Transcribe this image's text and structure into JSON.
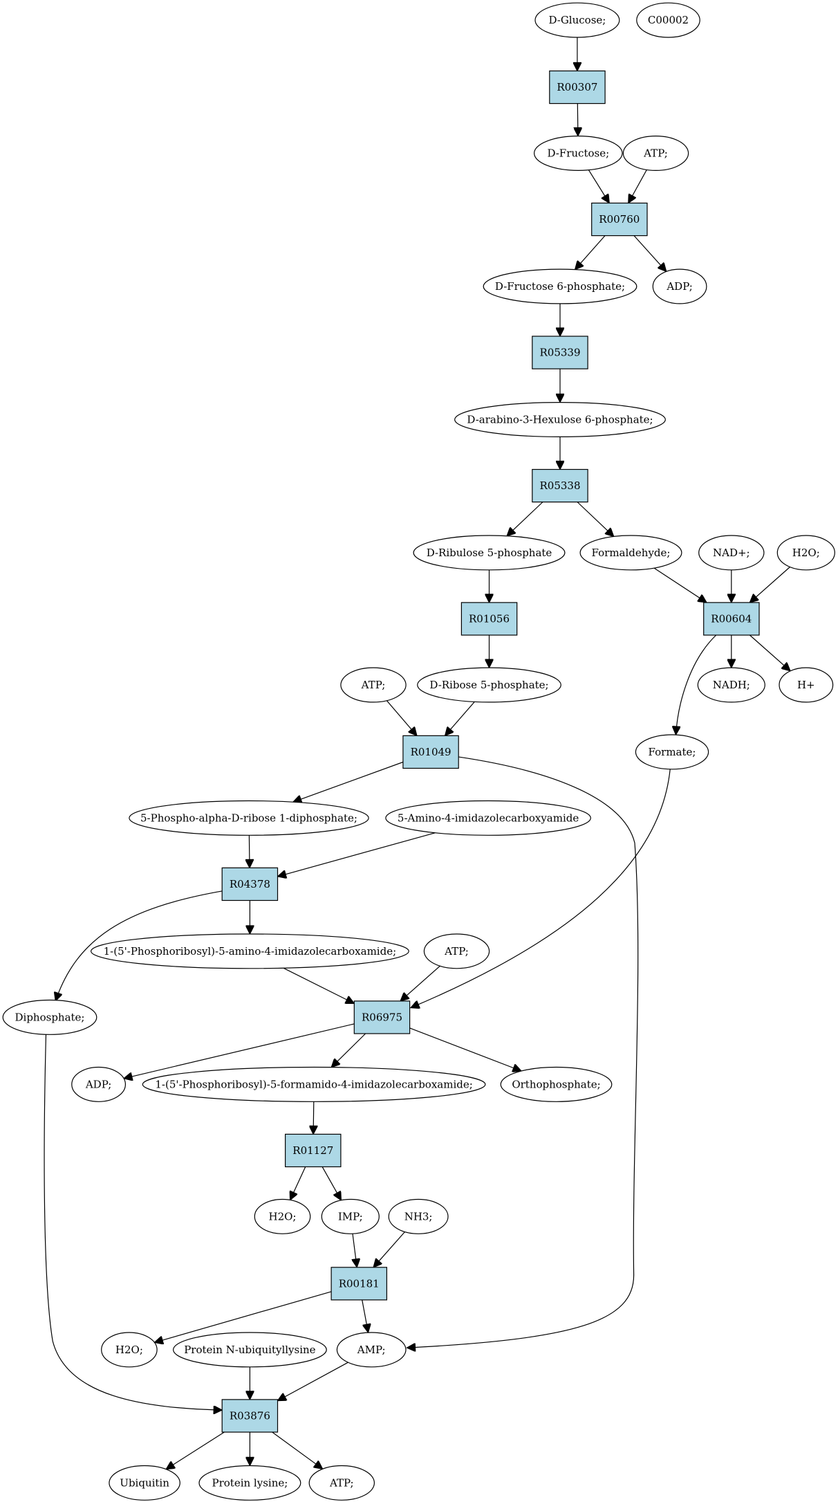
{
  "diagram": {
    "colors": {
      "reaction_fill": "#add8e6",
      "compound_fill": "#ffffff",
      "start_fill": "#00ee00",
      "highlight_fill": "#ffff00",
      "stroke": "#000000"
    },
    "nodes": [
      {
        "id": "glucose",
        "label": "D-Glucose;",
        "kind": "compound",
        "fill": "start"
      },
      {
        "id": "c00002",
        "label": "C00002",
        "kind": "compound",
        "fill": "highlight"
      },
      {
        "id": "r00307",
        "label": "R00307",
        "kind": "reaction"
      },
      {
        "id": "fructose",
        "label": "D-Fructose;",
        "kind": "compound"
      },
      {
        "id": "atp1",
        "label": "ATP;",
        "kind": "compound"
      },
      {
        "id": "r00760",
        "label": "R00760",
        "kind": "reaction"
      },
      {
        "id": "f6p",
        "label": "D-Fructose 6-phosphate;",
        "kind": "compound"
      },
      {
        "id": "adp1",
        "label": "ADP;",
        "kind": "compound"
      },
      {
        "id": "r05339",
        "label": "R05339",
        "kind": "reaction"
      },
      {
        "id": "ah6p",
        "label": "D-arabino-3-Hexulose 6-phosphate;",
        "kind": "compound"
      },
      {
        "id": "r05338",
        "label": "R05338",
        "kind": "reaction"
      },
      {
        "id": "ru5p",
        "label": "D-Ribulose 5-phosphate",
        "kind": "compound"
      },
      {
        "id": "formaldehyde",
        "label": "Formaldehyde;",
        "kind": "compound"
      },
      {
        "id": "nad",
        "label": "NAD+;",
        "kind": "compound"
      },
      {
        "id": "h2o1",
        "label": "H2O;",
        "kind": "compound"
      },
      {
        "id": "r01056",
        "label": "R01056",
        "kind": "reaction"
      },
      {
        "id": "r00604",
        "label": "R00604",
        "kind": "reaction"
      },
      {
        "id": "atp2",
        "label": "ATP;",
        "kind": "compound"
      },
      {
        "id": "r5p",
        "label": "D-Ribose 5-phosphate;",
        "kind": "compound"
      },
      {
        "id": "nadh",
        "label": "NADH;",
        "kind": "compound"
      },
      {
        "id": "hplus",
        "label": "H+",
        "kind": "compound"
      },
      {
        "id": "r01049",
        "label": "R01049",
        "kind": "reaction"
      },
      {
        "id": "formate",
        "label": "Formate;",
        "kind": "compound"
      },
      {
        "id": "prpp",
        "label": "5-Phospho-alpha-D-ribose 1-diphosphate;",
        "kind": "compound"
      },
      {
        "id": "aica",
        "label": "5-Amino-4-imidazolecarboxyamide",
        "kind": "compound"
      },
      {
        "id": "r04378",
        "label": "R04378",
        "kind": "reaction"
      },
      {
        "id": "aicar",
        "label": "1-(5'-Phosphoribosyl)-5-amino-4-imidazolecarboxamide;",
        "kind": "compound"
      },
      {
        "id": "atp3",
        "label": "ATP;",
        "kind": "compound"
      },
      {
        "id": "diphosphate",
        "label": "Diphosphate;",
        "kind": "compound"
      },
      {
        "id": "r06975",
        "label": "R06975",
        "kind": "reaction"
      },
      {
        "id": "adp2",
        "label": "ADP;",
        "kind": "compound"
      },
      {
        "id": "faicar",
        "label": "1-(5'-Phosphoribosyl)-5-formamido-4-imidazolecarboxamide;",
        "kind": "compound"
      },
      {
        "id": "orthophosphate",
        "label": "Orthophosphate;",
        "kind": "compound"
      },
      {
        "id": "r01127",
        "label": "R01127",
        "kind": "reaction"
      },
      {
        "id": "h2o2",
        "label": "H2O;",
        "kind": "compound"
      },
      {
        "id": "imp",
        "label": "IMP;",
        "kind": "compound"
      },
      {
        "id": "nh3",
        "label": "NH3;",
        "kind": "compound"
      },
      {
        "id": "r00181",
        "label": "R00181",
        "kind": "reaction"
      },
      {
        "id": "h2o3",
        "label": "H2O;",
        "kind": "compound"
      },
      {
        "id": "pnu",
        "label": "Protein N-ubiquityllysine",
        "kind": "compound"
      },
      {
        "id": "amp",
        "label": "AMP;",
        "kind": "compound"
      },
      {
        "id": "r03876",
        "label": "R03876",
        "kind": "reaction"
      },
      {
        "id": "ubiquitin",
        "label": "Ubiquitin",
        "kind": "compound"
      },
      {
        "id": "plys",
        "label": "Protein lysine;",
        "kind": "compound"
      },
      {
        "id": "atp4",
        "label": "ATP;",
        "kind": "compound"
      }
    ],
    "edges": [
      {
        "from": "glucose",
        "to": "r00307"
      },
      {
        "from": "r00307",
        "to": "fructose"
      },
      {
        "from": "fructose",
        "to": "r00760"
      },
      {
        "from": "atp1",
        "to": "r00760"
      },
      {
        "from": "r00760",
        "to": "f6p"
      },
      {
        "from": "r00760",
        "to": "adp1"
      },
      {
        "from": "f6p",
        "to": "r05339"
      },
      {
        "from": "r05339",
        "to": "ah6p"
      },
      {
        "from": "ah6p",
        "to": "r05338"
      },
      {
        "from": "r05338",
        "to": "ru5p"
      },
      {
        "from": "r05338",
        "to": "formaldehyde"
      },
      {
        "from": "ru5p",
        "to": "r01056"
      },
      {
        "from": "formaldehyde",
        "to": "r00604"
      },
      {
        "from": "nad",
        "to": "r00604"
      },
      {
        "from": "h2o1",
        "to": "r00604"
      },
      {
        "from": "r01056",
        "to": "r5p"
      },
      {
        "from": "r00604",
        "to": "nadh"
      },
      {
        "from": "r00604",
        "to": "hplus"
      },
      {
        "from": "r00604",
        "to": "formate"
      },
      {
        "from": "atp2",
        "to": "r01049"
      },
      {
        "from": "r5p",
        "to": "r01049"
      },
      {
        "from": "r01049",
        "to": "prpp"
      },
      {
        "from": "r01049",
        "to": "amp"
      },
      {
        "from": "prpp",
        "to": "r04378"
      },
      {
        "from": "aica",
        "to": "r04378"
      },
      {
        "from": "r04378",
        "to": "aicar"
      },
      {
        "from": "r04378",
        "to": "diphosphate"
      },
      {
        "from": "aicar",
        "to": "r06975"
      },
      {
        "from": "atp3",
        "to": "r06975"
      },
      {
        "from": "formate",
        "to": "r06975"
      },
      {
        "from": "r06975",
        "to": "adp2"
      },
      {
        "from": "r06975",
        "to": "faicar"
      },
      {
        "from": "r06975",
        "to": "orthophosphate"
      },
      {
        "from": "faicar",
        "to": "r01127"
      },
      {
        "from": "r01127",
        "to": "h2o2"
      },
      {
        "from": "r01127",
        "to": "imp"
      },
      {
        "from": "imp",
        "to": "r00181"
      },
      {
        "from": "nh3",
        "to": "r00181"
      },
      {
        "from": "r00181",
        "to": "h2o3"
      },
      {
        "from": "r00181",
        "to": "amp"
      },
      {
        "from": "pnu",
        "to": "r03876"
      },
      {
        "from": "amp",
        "to": "r03876"
      },
      {
        "from": "diphosphate",
        "to": "r03876"
      },
      {
        "from": "r03876",
        "to": "ubiquitin"
      },
      {
        "from": "r03876",
        "to": "plys"
      },
      {
        "from": "r03876",
        "to": "atp4"
      }
    ]
  }
}
